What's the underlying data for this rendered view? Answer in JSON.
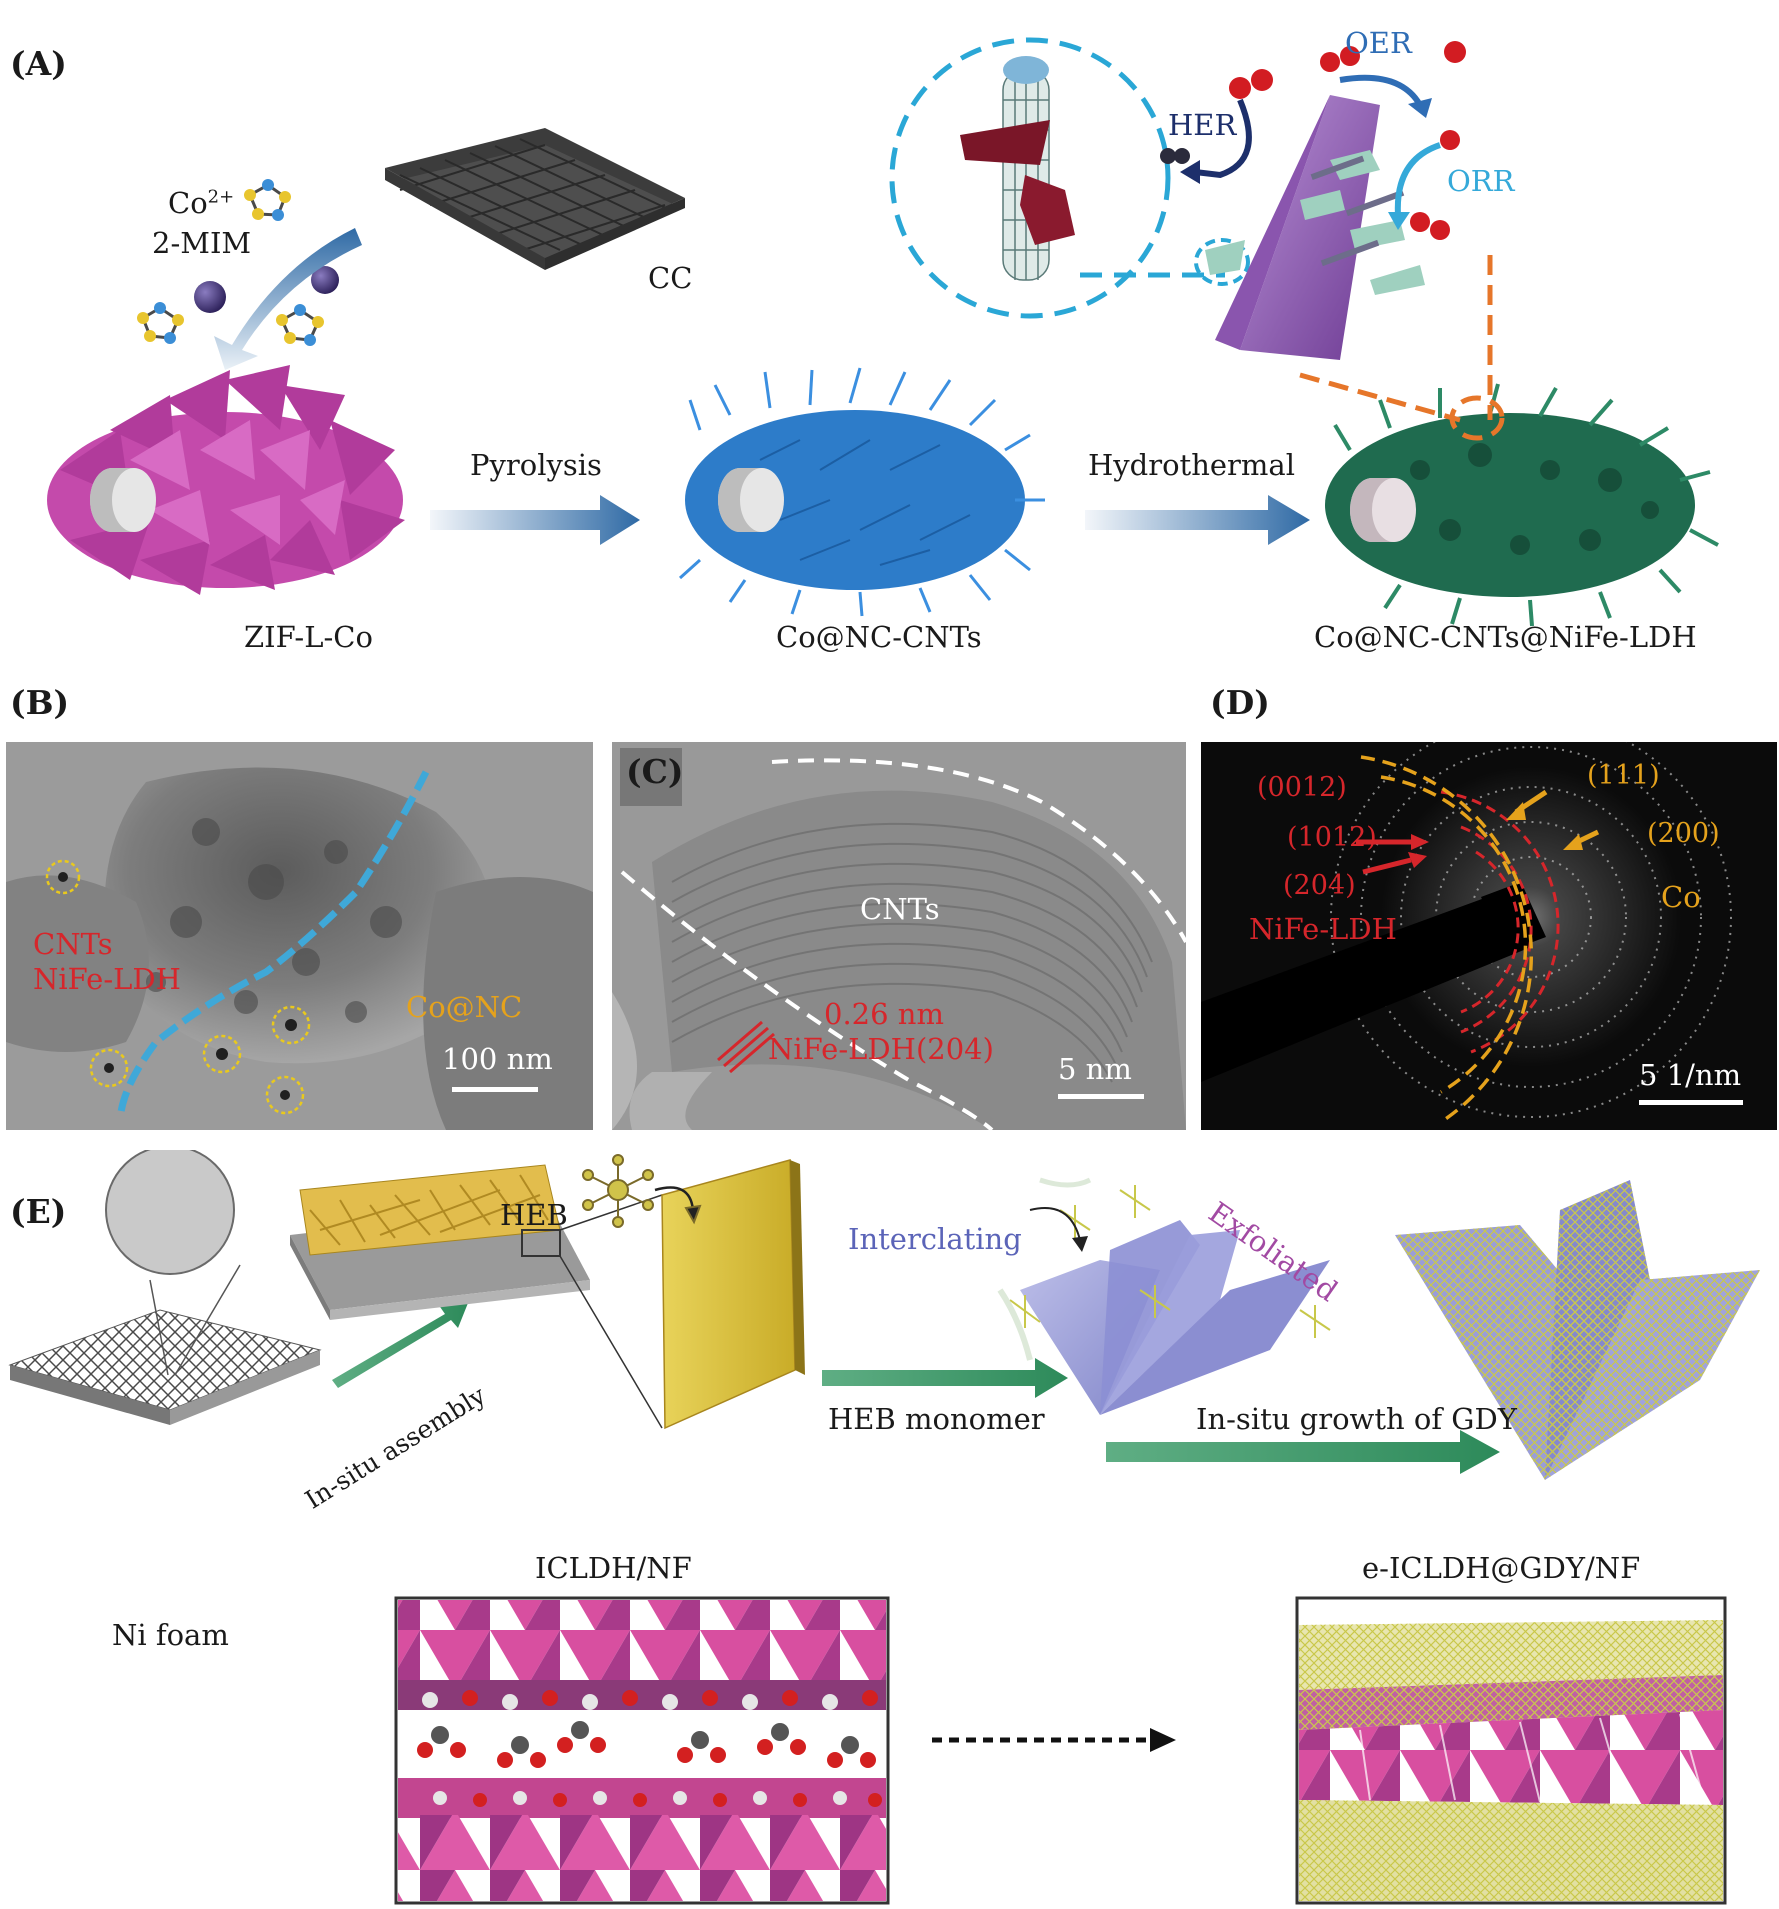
{
  "panels": {
    "A": "(A)",
    "B": "(B)",
    "C": "(C)",
    "D": "(D)",
    "E": "(E)"
  },
  "panel_a": {
    "reagent_ion": "Co",
    "reagent_ion_charge": "2+",
    "reagent_ligand": "2-MIM",
    "substrate": "CC",
    "step1": "Pyrolysis",
    "step2": "Hydrothermal",
    "product1": "ZIF-L-Co",
    "product2": "Co@NC-CNTs",
    "product3": "Co@NC-CNTs@NiFe-LDH",
    "reactions": {
      "her": "HER",
      "oer": "OER",
      "orr": "ORR"
    }
  },
  "panel_b": {
    "label1": "CNTs",
    "label2": "NiFe-LDH",
    "label3": "Co@NC",
    "scale": "100 nm"
  },
  "panel_c": {
    "label_cnts": "CNTs",
    "d_spacing": "0.26 nm",
    "plane": "NiFe-LDH(204)",
    "scale": "5 nm"
  },
  "panel_d": {
    "ldh_planes": [
      "(0012)",
      "(1012)",
      "(204)"
    ],
    "ldh_label": "NiFe-LDH",
    "co_planes": [
      "(111)",
      "(200)"
    ],
    "co_label": "Co",
    "scale": "5 1/nm"
  },
  "panel_e": {
    "heb": "HEB",
    "interclating": "Interclating",
    "exfoliated": "Exfoliated",
    "assembly": "In-situ assembly",
    "monomer": "HEB monomer",
    "growth": "In-situ growth of GDY",
    "ni_foam": "Ni foam",
    "box1": "ICLDH/NF",
    "box2": "e-ICLDH@GDY/NF"
  },
  "colors": {
    "red_label": "#d6262b",
    "yellow_label": "#e5a21c",
    "cyan_dashed": "#2aa7d6",
    "orange_dashed": "#e6762a",
    "oer_blue": "#2f6db5",
    "orr_cyan": "#35a9d9",
    "her_navy": "#1d2f6b",
    "purple_text": "#a24aa3",
    "interclating_blue": "#5b64b8"
  }
}
